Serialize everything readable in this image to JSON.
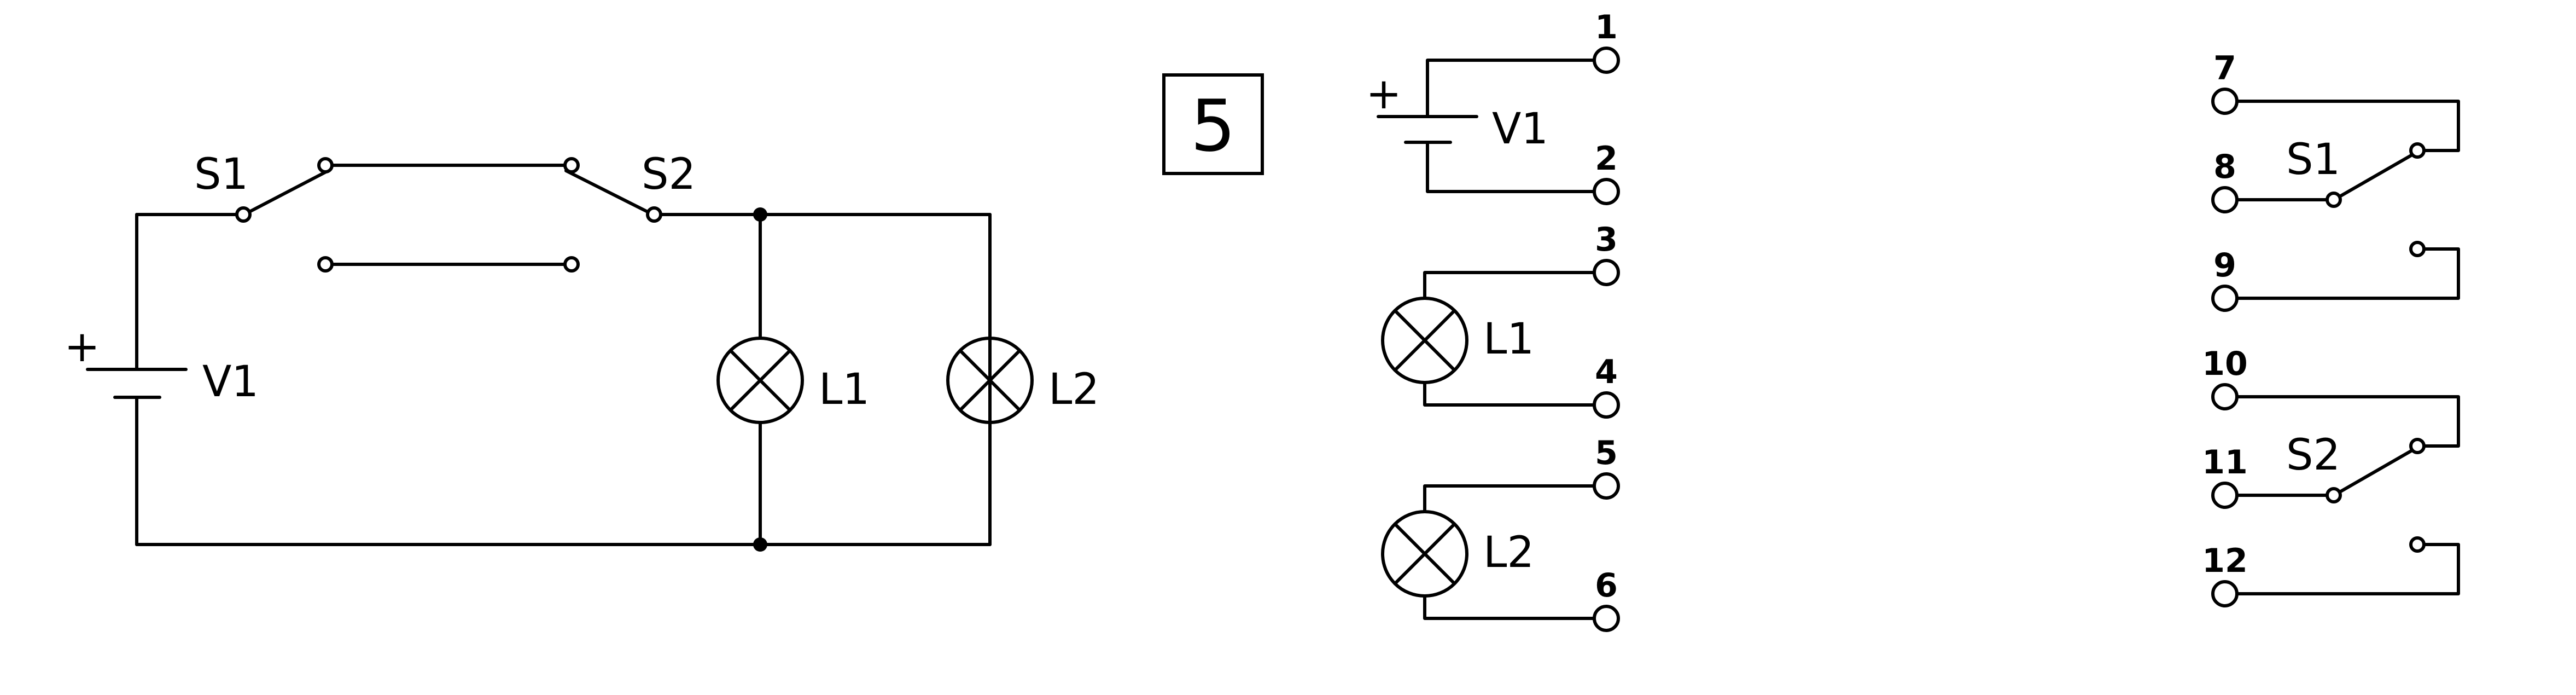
{
  "left_circuit": {
    "switch1_label": "S1",
    "switch2_label": "S2",
    "battery_label": "V1",
    "battery_plus": "+",
    "lamp1_label": "L1",
    "lamp2_label": "L2"
  },
  "task": {
    "number": "5"
  },
  "components": {
    "battery_label": "V1",
    "battery_plus": "+",
    "lamp1_label": "L1",
    "lamp2_label": "L2",
    "terminals": [
      "1",
      "2",
      "3",
      "4",
      "5",
      "6"
    ]
  },
  "switches": {
    "switch1_label": "S1",
    "switch2_label": "S2",
    "terminals": [
      "7",
      "8",
      "9",
      "10",
      "11",
      "12"
    ]
  },
  "colors": {
    "line": "#000000",
    "background": "#ffffff"
  }
}
